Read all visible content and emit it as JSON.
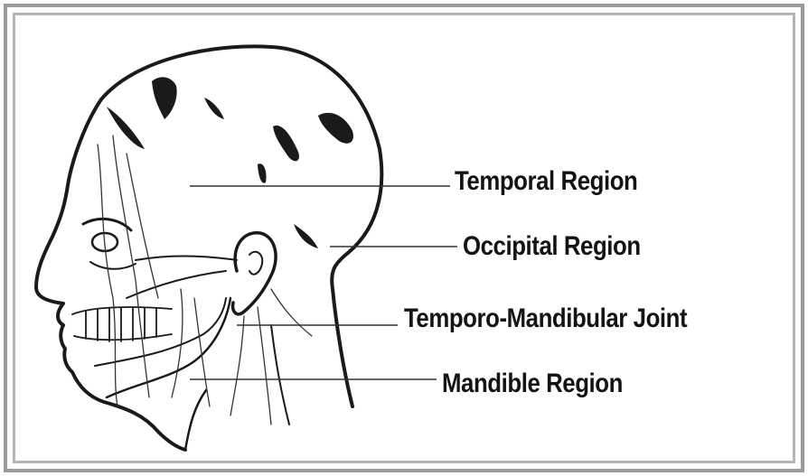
{
  "diagram": {
    "illustration_subject": "head-profile-line-drawing",
    "labels": {
      "temporal": "Temporal Region",
      "occipital": "Occipital Region",
      "tmj": "Temporo-Mandibular Joint",
      "mandible": "Mandible Region"
    }
  }
}
